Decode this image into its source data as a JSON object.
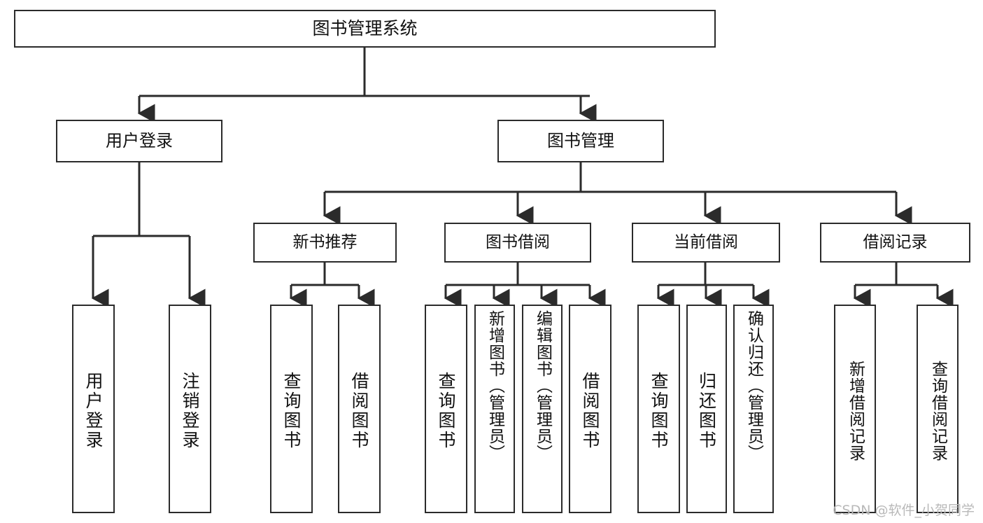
{
  "diagram": {
    "title": "图书管理系统",
    "type": "tree-hierarchy",
    "watermark": "CSDN @软件_小贺同学",
    "colors": {
      "box_border": "#2b2b2b",
      "box_fill": "#ffffff",
      "connector": "#2b2b2b",
      "text": "#111111",
      "watermark": "#b9b9b9",
      "background": "#ffffff"
    },
    "nodes": {
      "root": {
        "label": "图书管理系统"
      },
      "level1": [
        {
          "id": "user-login",
          "label": "用户登录"
        },
        {
          "id": "book-manage",
          "label": "图书管理"
        }
      ],
      "level2": [
        {
          "id": "new-book-recommend",
          "label": "新书推荐"
        },
        {
          "id": "book-borrow",
          "label": "图书借阅"
        },
        {
          "id": "current-borrow",
          "label": "当前借阅"
        },
        {
          "id": "borrow-record",
          "label": "借阅记录"
        }
      ],
      "leaves": {
        "user_login": [
          {
            "id": "leaf-user-login",
            "label": "用户登录"
          },
          {
            "id": "leaf-logout-login",
            "label": "注销登录"
          }
        ],
        "new_book_recommend": [
          {
            "id": "leaf-query-book-1",
            "label": "查询图书"
          },
          {
            "id": "leaf-borrow-book-1",
            "label": "借阅图书"
          }
        ],
        "book_borrow": [
          {
            "id": "leaf-query-book-2",
            "label": "查询图书"
          },
          {
            "id": "leaf-add-book",
            "label": "新增图书（管理员）"
          },
          {
            "id": "leaf-edit-book",
            "label": "编辑图书（管理员）"
          },
          {
            "id": "leaf-borrow-book-2",
            "label": "借阅图书"
          }
        ],
        "current_borrow": [
          {
            "id": "leaf-query-book-3",
            "label": "查询图书"
          },
          {
            "id": "leaf-return-book",
            "label": "归还图书"
          },
          {
            "id": "leaf-confirm-return",
            "label": "确认归还（管理员）"
          }
        ],
        "borrow_record": [
          {
            "id": "leaf-add-borrow-record",
            "label": "新增借阅记录"
          },
          {
            "id": "leaf-query-borrow-record",
            "label": "查询借阅记录"
          }
        ]
      }
    }
  }
}
